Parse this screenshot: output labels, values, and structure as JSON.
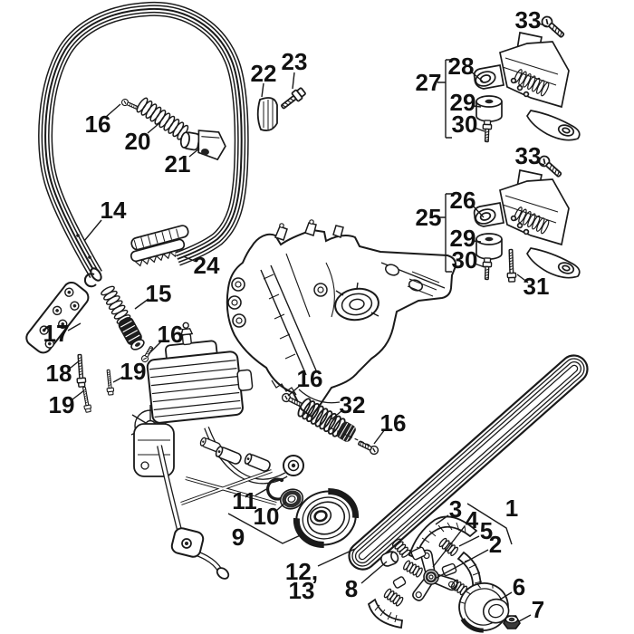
{
  "diagram": {
    "type": "exploded-parts-diagram",
    "colors": {
      "line": "#1a1a1a",
      "background": "#ffffff",
      "dark_fill": "#1e1e1e"
    }
  },
  "labels": [
    {
      "text": "33"
    },
    {
      "text": "27"
    },
    {
      "text": "28"
    },
    {
      "text": "29"
    },
    {
      "text": "30"
    },
    {
      "text": "22"
    },
    {
      "text": "23"
    },
    {
      "text": "16"
    },
    {
      "text": "20"
    },
    {
      "text": "21"
    },
    {
      "text": "14"
    },
    {
      "text": "24"
    },
    {
      "text": "33"
    },
    {
      "text": "26"
    },
    {
      "text": "25"
    },
    {
      "text": "29"
    },
    {
      "text": "30"
    },
    {
      "text": "31"
    },
    {
      "text": "15"
    },
    {
      "text": "17"
    },
    {
      "text": "16"
    },
    {
      "text": "18"
    },
    {
      "text": "19"
    },
    {
      "text": "19"
    },
    {
      "text": "16"
    },
    {
      "text": "32"
    },
    {
      "text": "16"
    },
    {
      "text": "11"
    },
    {
      "text": "10"
    },
    {
      "text": "9"
    },
    {
      "text": "12,"
    },
    {
      "text": "13"
    },
    {
      "text": "8"
    },
    {
      "text": "3"
    },
    {
      "text": "1"
    },
    {
      "text": "4"
    },
    {
      "text": "5"
    },
    {
      "text": "2"
    },
    {
      "text": "6"
    },
    {
      "text": "7"
    }
  ]
}
